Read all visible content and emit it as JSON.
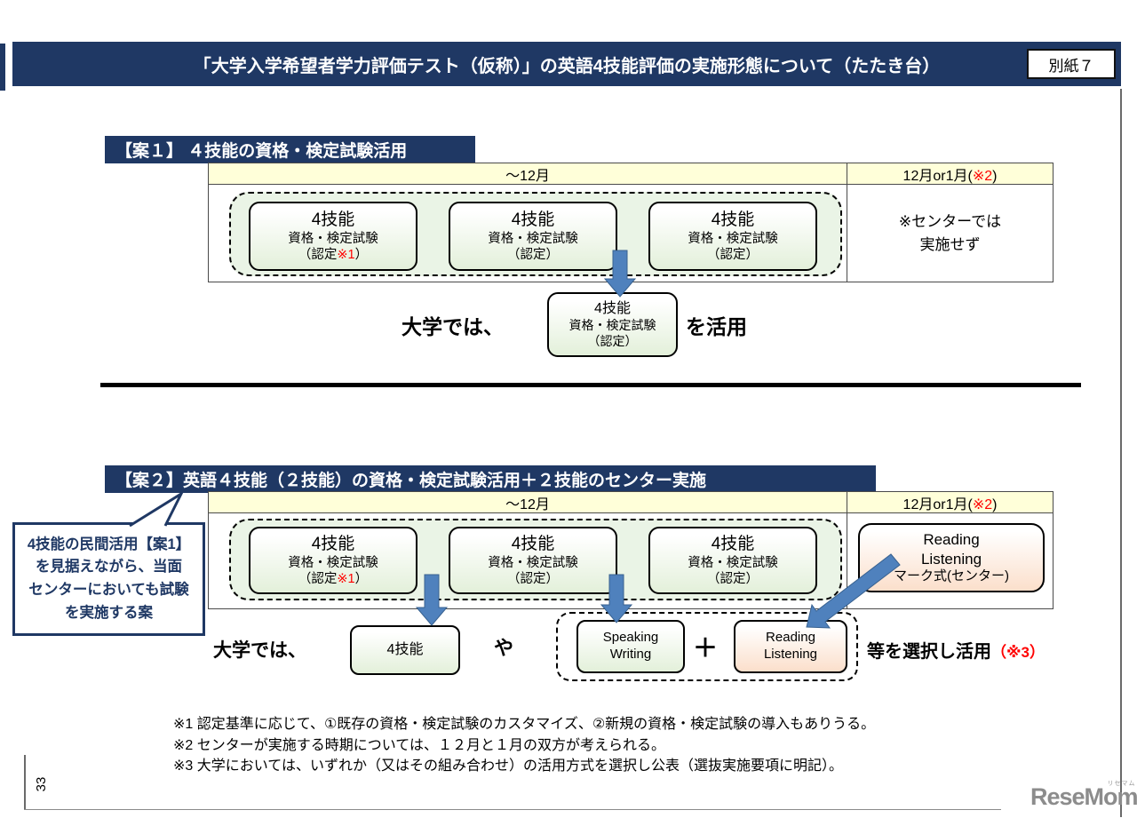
{
  "page": {
    "title": "「大学入学希望者学力評価テスト（仮称）」の英語4技能評価の実施形態について（たたき台）",
    "attachment_label": "別紙７",
    "page_number": "33",
    "logo_text": "ReseMom",
    "logo_ruby": "リセマム"
  },
  "plan1": {
    "header": "【案１】 ４技能の資格・検定試験活用",
    "period_left": "～12月",
    "period_right_pre": "12月or1月(",
    "period_right_note": "※2",
    "period_right_post": ")",
    "boxes": [
      {
        "l1": "4技能",
        "l2": "資格・検定試験",
        "l3_pre": "（認定",
        "l3_note": "※1",
        "l3_post": "）"
      },
      {
        "l1": "4技能",
        "l2": "資格・検定試験",
        "l3_pre": "（認定）",
        "l3_note": "",
        "l3_post": ""
      },
      {
        "l1": "4技能",
        "l2": "資格・検定試験",
        "l3_pre": "（認定）",
        "l3_note": "",
        "l3_post": ""
      }
    ],
    "center_note_l1": "※センターでは",
    "center_note_l2": "実施せず",
    "univ_prefix": "大学では、",
    "univ_box": {
      "l1": "4技能",
      "l2": "資格・検定試験",
      "l3": "（認定）"
    },
    "univ_suffix": "を活用"
  },
  "plan2": {
    "header": "【案２】英語４技能（２技能）の資格・検定試験活用＋２技能のセンター実施",
    "callout": {
      "l1": "4技能の民間活用【案1】",
      "l2": "を見据えながら、当面",
      "l3": "センターにおいても試験",
      "l4": "を実施する案"
    },
    "period_left": "～12月",
    "period_right_pre": "12月or1月(",
    "period_right_note": "※2",
    "period_right_post": ")",
    "boxes": [
      {
        "l1": "4技能",
        "l2": "資格・検定試験",
        "l3_pre": "（認定",
        "l3_note": "※1",
        "l3_post": "）"
      },
      {
        "l1": "4技能",
        "l2": "資格・検定試験",
        "l3_pre": "（認定）",
        "l3_note": "",
        "l3_post": ""
      },
      {
        "l1": "4技能",
        "l2": "資格・検定試験",
        "l3_pre": "（認定）",
        "l3_note": "",
        "l3_post": ""
      }
    ],
    "center_box": {
      "l1": "Reading",
      "l2": "Listening",
      "l3": "マーク式(センター)"
    },
    "univ_prefix": "大学では、",
    "four_skill_box": "4技能",
    "or_label": "や",
    "speaking_box": {
      "l1": "Speaking",
      "l2": "Writing"
    },
    "plus_label": "＋",
    "rl_box": {
      "l1": "Reading",
      "l2": "Listening"
    },
    "univ_suffix": "等を選択し活用",
    "univ_suffix_note": "（※3）"
  },
  "footnotes": [
    "※1 認定基準に応じて、①既存の資格・検定試験のカスタマイズ、②新規の資格・検定試験の導入もありうる。",
    "※2 センターが実施する時期については、１２月と１月の双方が考えられる。",
    "※3 大学においては、いずれか（又はその組み合わせ）の活用方式を選択し公表（選抜実施要項に明記）。"
  ],
  "colors": {
    "navy": "#1F3864",
    "header_yellow": "#FFFFD9",
    "arrow_blue": "#4F81BD",
    "note_red": "#FF0000",
    "box_green": "#E3F0DA",
    "box_peach": "#FBDFCB"
  }
}
